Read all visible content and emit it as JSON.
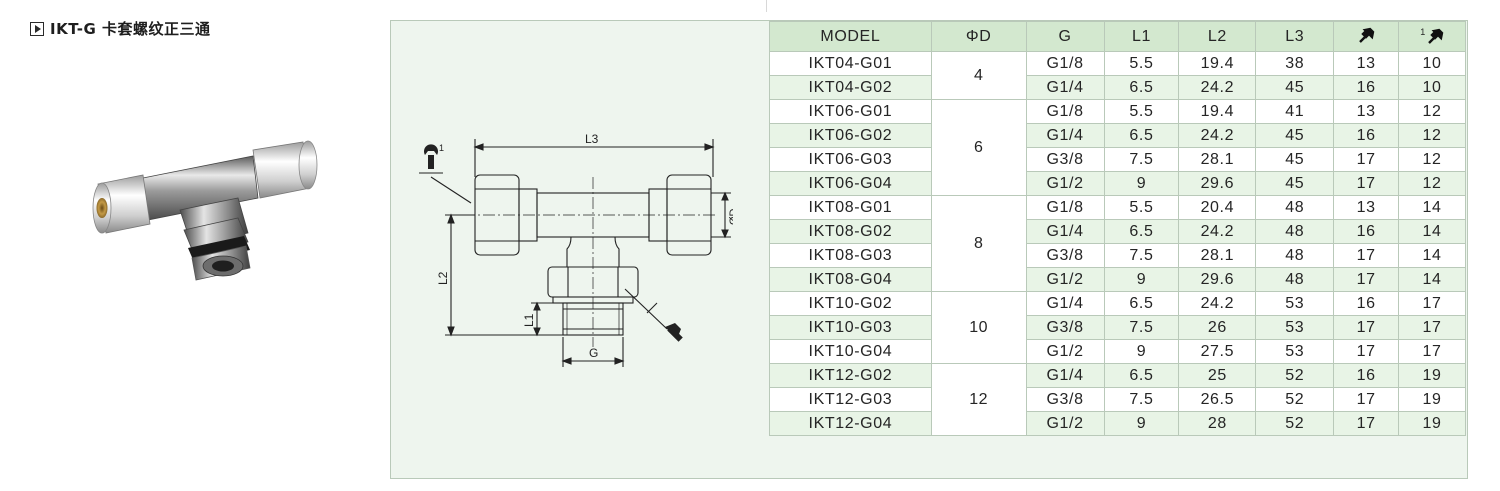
{
  "header": {
    "title": "IKT-G 卡套螺纹正三通"
  },
  "drawing": {
    "labels": {
      "l3": "L3",
      "l2": "L2",
      "l1": "L1",
      "g": "G",
      "od": "ØD",
      "wrench_sup": "1"
    }
  },
  "table": {
    "columns": [
      "MODEL",
      "ΦD",
      "G",
      "L1",
      "L2",
      "L3",
      "",
      ""
    ],
    "column_icons": [
      "",
      "",
      "",
      "",
      "",
      "",
      "wrench-icon",
      "wrench-1-icon"
    ],
    "header_sup": "1",
    "groups": [
      {
        "d": "4",
        "rows": [
          [
            "IKT04-G01",
            "G1/8",
            "5.5",
            "19.4",
            "38",
            "13",
            "10"
          ],
          [
            "IKT04-G02",
            "G1/4",
            "6.5",
            "24.2",
            "45",
            "16",
            "10"
          ]
        ]
      },
      {
        "d": "6",
        "rows": [
          [
            "IKT06-G01",
            "G1/8",
            "5.5",
            "19.4",
            "41",
            "13",
            "12"
          ],
          [
            "IKT06-G02",
            "G1/4",
            "6.5",
            "24.2",
            "45",
            "16",
            "12"
          ],
          [
            "IKT06-G03",
            "G3/8",
            "7.5",
            "28.1",
            "45",
            "17",
            "12"
          ],
          [
            "IKT06-G04",
            "G1/2",
            "9",
            "29.6",
            "45",
            "17",
            "12"
          ]
        ]
      },
      {
        "d": "8",
        "rows": [
          [
            "IKT08-G01",
            "G1/8",
            "5.5",
            "20.4",
            "48",
            "13",
            "14"
          ],
          [
            "IKT08-G02",
            "G1/4",
            "6.5",
            "24.2",
            "48",
            "16",
            "14"
          ],
          [
            "IKT08-G03",
            "G3/8",
            "7.5",
            "28.1",
            "48",
            "17",
            "14"
          ],
          [
            "IKT08-G04",
            "G1/2",
            "9",
            "29.6",
            "48",
            "17",
            "14"
          ]
        ]
      },
      {
        "d": "10",
        "rows": [
          [
            "IKT10-G02",
            "G1/4",
            "6.5",
            "24.2",
            "53",
            "16",
            "17"
          ],
          [
            "IKT10-G03",
            "G3/8",
            "7.5",
            "26",
            "53",
            "17",
            "17"
          ],
          [
            "IKT10-G04",
            "G1/2",
            "9",
            "27.5",
            "53",
            "17",
            "17"
          ]
        ]
      },
      {
        "d": "12",
        "rows": [
          [
            "IKT12-G02",
            "G1/4",
            "6.5",
            "25",
            "52",
            "16",
            "19"
          ],
          [
            "IKT12-G03",
            "G3/8",
            "7.5",
            "26.5",
            "52",
            "17",
            "19"
          ],
          [
            "IKT12-G04",
            "G1/2",
            "9",
            "28",
            "52",
            "17",
            "19"
          ]
        ]
      }
    ]
  }
}
